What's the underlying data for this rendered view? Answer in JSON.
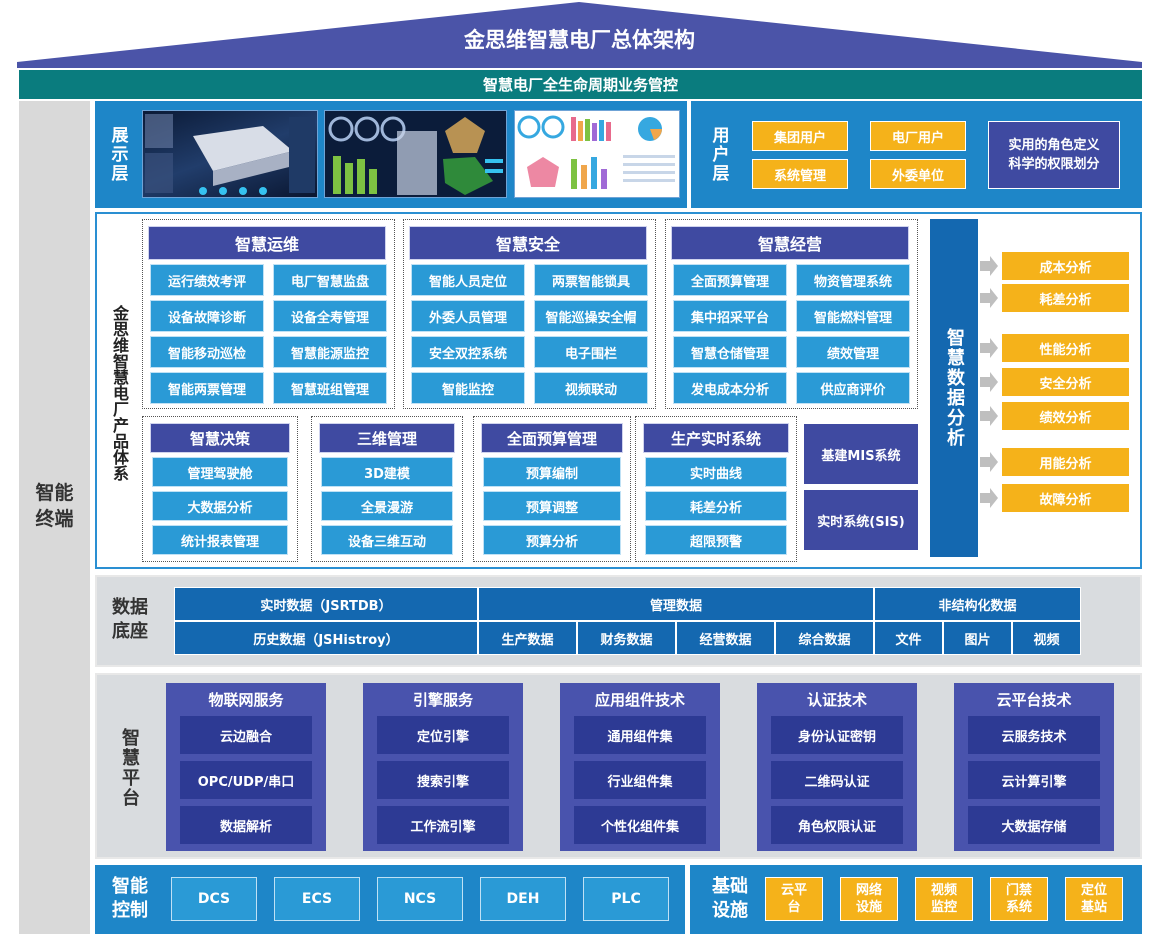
{
  "title": "金思维智慧电厂总体架构",
  "lifecycle": "智慧电厂全生命周期业务管控",
  "terminal": "智能终端",
  "display_layer": {
    "label": "展示层",
    "user_layer_label": "用户层",
    "users": [
      "集团用户",
      "电厂用户",
      "系统管理",
      "外委单位"
    ],
    "role_note_line1": "实用的角色定义",
    "role_note_line2": "科学的权限划分"
  },
  "product_system": {
    "label": "金思维智慧电厂产品体系",
    "groups_top": [
      {
        "title": "智慧运维",
        "items": [
          "运行绩效考评",
          "电厂智慧监盘",
          "设备故障诊断",
          "设备全寿管理",
          "智能移动巡检",
          "智慧能源监控",
          "智能两票管理",
          "智慧班组管理"
        ]
      },
      {
        "title": "智慧安全",
        "items": [
          "智能人员定位",
          "两票智能锁具",
          "外委人员管理",
          "智能巡操安全帽",
          "安全双控系统",
          "电子围栏",
          "智能监控",
          "视频联动"
        ]
      },
      {
        "title": "智慧经营",
        "items": [
          "全面预算管理",
          "物资管理系统",
          "集中招采平台",
          "智能燃料管理",
          "智慧仓储管理",
          "绩效管理",
          "发电成本分析",
          "供应商评价"
        ]
      }
    ],
    "groups_bottom": [
      {
        "title": "智慧决策",
        "items": [
          "管理驾驶舱",
          "大数据分析",
          "统计报表管理"
        ]
      },
      {
        "title": "三维管理",
        "items": [
          "3D建模",
          "全景漫游",
          "设备三维互动"
        ]
      },
      {
        "title": "全面预算管理",
        "items": [
          "预算编制",
          "预算调整",
          "预算分析"
        ]
      },
      {
        "title": "生产实时系统",
        "items": [
          "实时曲线",
          "耗差分析",
          "超限预警"
        ]
      }
    ],
    "mis": "基建MIS系统",
    "sis": "实时系统(SIS)",
    "analytics_label": "智慧数据分析",
    "analyses": [
      "成本分析",
      "耗差分析",
      "性能分析",
      "安全分析",
      "绩效分析",
      "用能分析",
      "故障分析"
    ]
  },
  "data_base": {
    "label": "数据底座",
    "realtime": "实时数据（JSRTDB）",
    "history": "历史数据（JSHistroy）",
    "management": "管理数据",
    "management_items": [
      "生产数据",
      "财务数据",
      "经营数据",
      "综合数据"
    ],
    "unstructured": "非结构化数据",
    "unstructured_items": [
      "文件",
      "图片",
      "视频"
    ]
  },
  "platform": {
    "label": "智慧平台",
    "columns": [
      {
        "title": "物联网服务",
        "items": [
          "云边融合",
          "OPC/UDP/串口",
          "数据解析"
        ]
      },
      {
        "title": "引擎服务",
        "items": [
          "定位引擎",
          "搜索引擎",
          "工作流引擎"
        ]
      },
      {
        "title": "应用组件技术",
        "items": [
          "通用组件集",
          "行业组件集",
          "个性化组件集"
        ]
      },
      {
        "title": "认证技术",
        "items": [
          "身份认证密钥",
          "二维码认证",
          "角色权限认证"
        ]
      },
      {
        "title": "云平台技术",
        "items": [
          "云服务技术",
          "云计算引擎",
          "大数据存储"
        ]
      }
    ]
  },
  "control": {
    "label": "智能控制",
    "items": [
      "DCS",
      "ECS",
      "NCS",
      "DEH",
      "PLC"
    ]
  },
  "infrastructure": {
    "label": "基础设施",
    "items": [
      {
        "line1": "云平",
        "line2": "台"
      },
      {
        "line1": "网络",
        "line2": "设施"
      },
      {
        "line1": "视频",
        "line2": "监控"
      },
      {
        "line1": "门禁",
        "line2": "系统"
      },
      {
        "line1": "定位",
        "line2": "基站"
      }
    ]
  },
  "colors": {
    "roof": "#4b54a8",
    "teal": "#0a7c7e",
    "blue": "#1e86c8",
    "navy": "#3f4aa1",
    "cell": "#2a9ad6",
    "orange": "#f5b21a"
  }
}
